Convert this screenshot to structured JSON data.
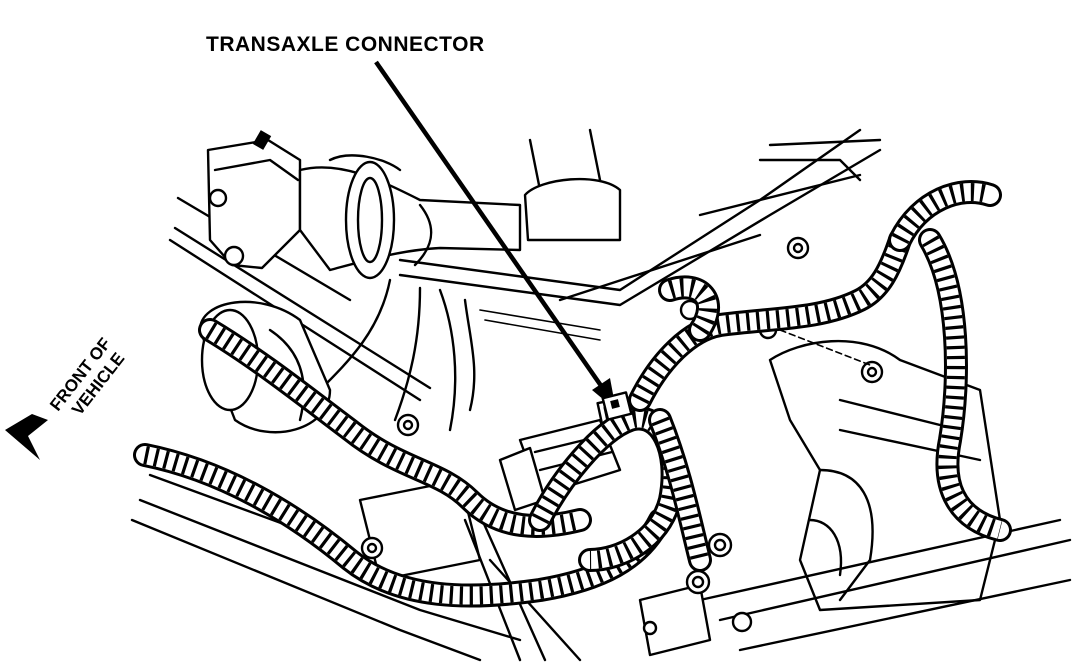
{
  "diagram": {
    "callout_label": "TRANSAXLE CONNECTOR",
    "front_label_line1": "FRONT OF",
    "front_label_line2": "VEHICLE",
    "colors": {
      "ink": "#000000",
      "paper": "#ffffff"
    },
    "icons": [
      "arrow-icon",
      "front-direction-arrow-icon"
    ]
  }
}
